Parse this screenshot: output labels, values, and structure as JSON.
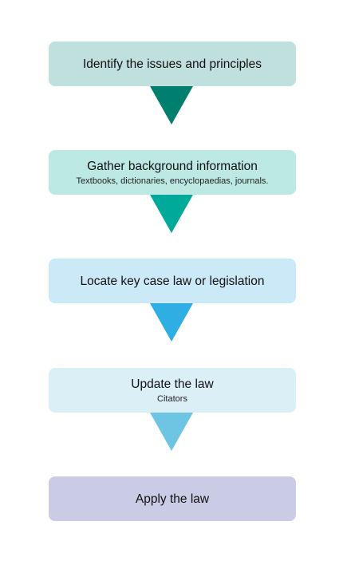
{
  "steps": [
    {
      "title": "Identify the issues and principles",
      "subtitle": ""
    },
    {
      "title": "Gather background information",
      "subtitle": "Textbooks, dictionaries, encyclopaedias, journals."
    },
    {
      "title": "Locate key case law or legislation",
      "subtitle": ""
    },
    {
      "title": "Update the law",
      "subtitle": "Citators"
    },
    {
      "title": "Apply the law",
      "subtitle": ""
    }
  ],
  "colors": {
    "box_1": "#bfe0dd",
    "box_2": "#bde9e3",
    "box_3": "#cce9f8",
    "box_4": "#dbeff7",
    "box_5": "#cacbe5",
    "arrow_1": "#007e6e",
    "arrow_2": "#00aa9a",
    "arrow_3": "#2eaee3",
    "arrow_4": "#6dc5e3"
  }
}
